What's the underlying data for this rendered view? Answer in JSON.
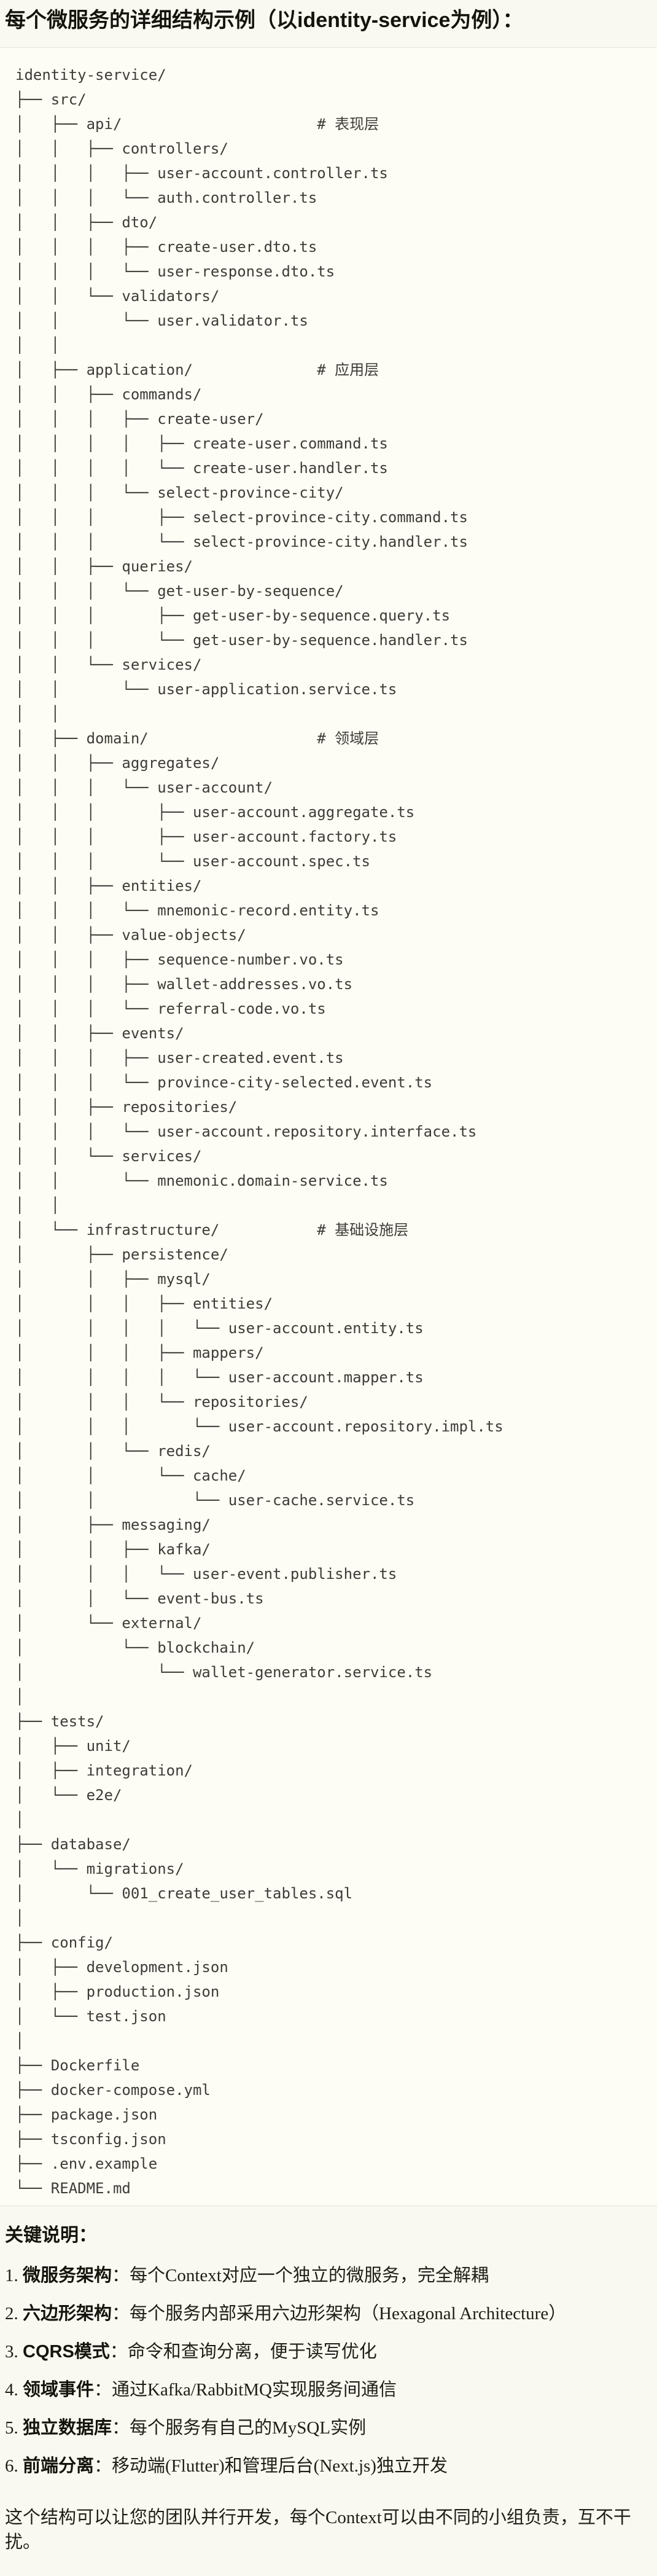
{
  "title": "每个微服务的详细结构示例（以identity-service为例）：",
  "tree_lines": [
    "identity-service/",
    "├── src/",
    "│   ├── api/                      # 表现层",
    "│   │   ├── controllers/",
    "│   │   │   ├── user-account.controller.ts",
    "│   │   │   └── auth.controller.ts",
    "│   │   ├── dto/",
    "│   │   │   ├── create-user.dto.ts",
    "│   │   │   └── user-response.dto.ts",
    "│   │   └── validators/",
    "│   │       └── user.validator.ts",
    "│   │",
    "│   ├── application/              # 应用层",
    "│   │   ├── commands/",
    "│   │   │   ├── create-user/",
    "│   │   │   │   ├── create-user.command.ts",
    "│   │   │   │   └── create-user.handler.ts",
    "│   │   │   └── select-province-city/",
    "│   │   │       ├── select-province-city.command.ts",
    "│   │   │       └── select-province-city.handler.ts",
    "│   │   ├── queries/",
    "│   │   │   └── get-user-by-sequence/",
    "│   │   │       ├── get-user-by-sequence.query.ts",
    "│   │   │       └── get-user-by-sequence.handler.ts",
    "│   │   └── services/",
    "│   │       └── user-application.service.ts",
    "│   │",
    "│   ├── domain/                   # 领域层",
    "│   │   ├── aggregates/",
    "│   │   │   └── user-account/",
    "│   │   │       ├── user-account.aggregate.ts",
    "│   │   │       ├── user-account.factory.ts",
    "│   │   │       └── user-account.spec.ts",
    "│   │   ├── entities/",
    "│   │   │   └── mnemonic-record.entity.ts",
    "│   │   ├── value-objects/",
    "│   │   │   ├── sequence-number.vo.ts",
    "│   │   │   ├── wallet-addresses.vo.ts",
    "│   │   │   └── referral-code.vo.ts",
    "│   │   ├── events/",
    "│   │   │   ├── user-created.event.ts",
    "│   │   │   └── province-city-selected.event.ts",
    "│   │   ├── repositories/",
    "│   │   │   └── user-account.repository.interface.ts",
    "│   │   └── services/",
    "│   │       └── mnemonic.domain-service.ts",
    "│   │",
    "│   └── infrastructure/           # 基础设施层",
    "│       ├── persistence/",
    "│       │   ├── mysql/",
    "│       │   │   ├── entities/",
    "│       │   │   │   └── user-account.entity.ts",
    "│       │   │   ├── mappers/",
    "│       │   │   │   └── user-account.mapper.ts",
    "│       │   │   └── repositories/",
    "│       │   │       └── user-account.repository.impl.ts",
    "│       │   └── redis/",
    "│       │       └── cache/",
    "│       │           └── user-cache.service.ts",
    "│       ├── messaging/",
    "│       │   ├── kafka/",
    "│       │   │   └── user-event.publisher.ts",
    "│       │   └── event-bus.ts",
    "│       └── external/",
    "│           └── blockchain/",
    "│               └── wallet-generator.service.ts",
    "│",
    "├── tests/",
    "│   ├── unit/",
    "│   ├── integration/",
    "│   └── e2e/",
    "│",
    "├── database/",
    "│   └── migrations/",
    "│       └── 001_create_user_tables.sql",
    "│",
    "├── config/",
    "│   ├── development.json",
    "│   ├── production.json",
    "│   └── test.json",
    "│",
    "├── Dockerfile",
    "├── docker-compose.yml",
    "├── package.json",
    "├── tsconfig.json",
    "├── .env.example",
    "└── README.md"
  ],
  "notes": {
    "heading": "关键说明：",
    "items": [
      {
        "num": "1. ",
        "term": "微服务架构",
        "desc": "：每个Context对应一个独立的微服务，完全解耦"
      },
      {
        "num": "2. ",
        "term": "六边形架构",
        "desc": "：每个服务内部采用六边形架构（Hexagonal Architecture）"
      },
      {
        "num": "3. ",
        "term": "CQRS模式",
        "desc": "：命令和查询分离，便于读写优化"
      },
      {
        "num": "4. ",
        "term": "领域事件",
        "desc": "：通过Kafka/RabbitMQ实现服务间通信"
      },
      {
        "num": "5. ",
        "term": "独立数据库",
        "desc": "：每个服务有自己的MySQL实例"
      },
      {
        "num": "6. ",
        "term": "前端分离",
        "desc": "：移动端(Flutter)和管理后台(Next.js)独立开发"
      }
    ]
  },
  "closing": "这个结构可以让您的团队并行开发，每个Context可以由不同的小组负责，互不干扰。"
}
